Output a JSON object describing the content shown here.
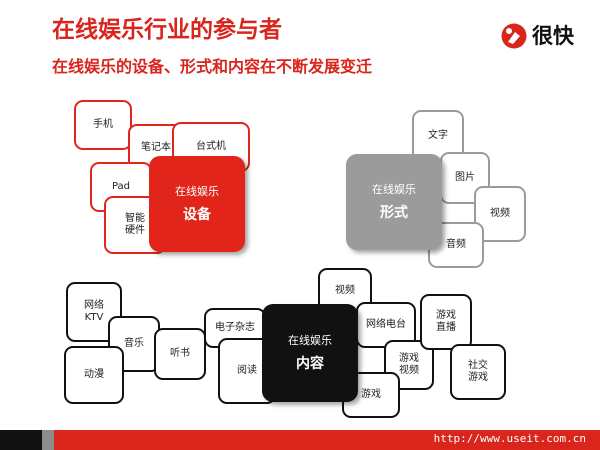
{
  "colors": {
    "title_red": "#d9251c",
    "device_red": "#e1251b",
    "form_gray": "#9b9b9b",
    "content_black": "#111111",
    "footer_gray": "#8c8c8c",
    "url_white": "#ffffff"
  },
  "header": {
    "title": "在线娱乐行业的参与者",
    "subtitle": "在线娱乐的设备、形式和内容在不断发展变迁"
  },
  "logo": {
    "icon": "hengkuai-logo-mark",
    "text": "很快"
  },
  "devices": {
    "hub_label": "在线娱乐",
    "hub_topic": "设备",
    "items": [
      "手机",
      "笔记本",
      "台式机",
      "Pad",
      "智能\n硬件"
    ]
  },
  "forms": {
    "hub_label": "在线娱乐",
    "hub_topic": "形式",
    "items": [
      "文字",
      "图片",
      "视频",
      "音频"
    ]
  },
  "content": {
    "hub_label": "在线娱乐",
    "hub_topic": "内容",
    "items": [
      "网络\nKTV",
      "音乐",
      "听书",
      "动漫",
      "电子杂志",
      "阅读",
      "视频",
      "网络电台",
      "游戏\n视频",
      "游戏",
      "游戏\n直播",
      "社交\n游戏"
    ]
  },
  "footer": {
    "url": "http://www.useit.com.cn"
  }
}
